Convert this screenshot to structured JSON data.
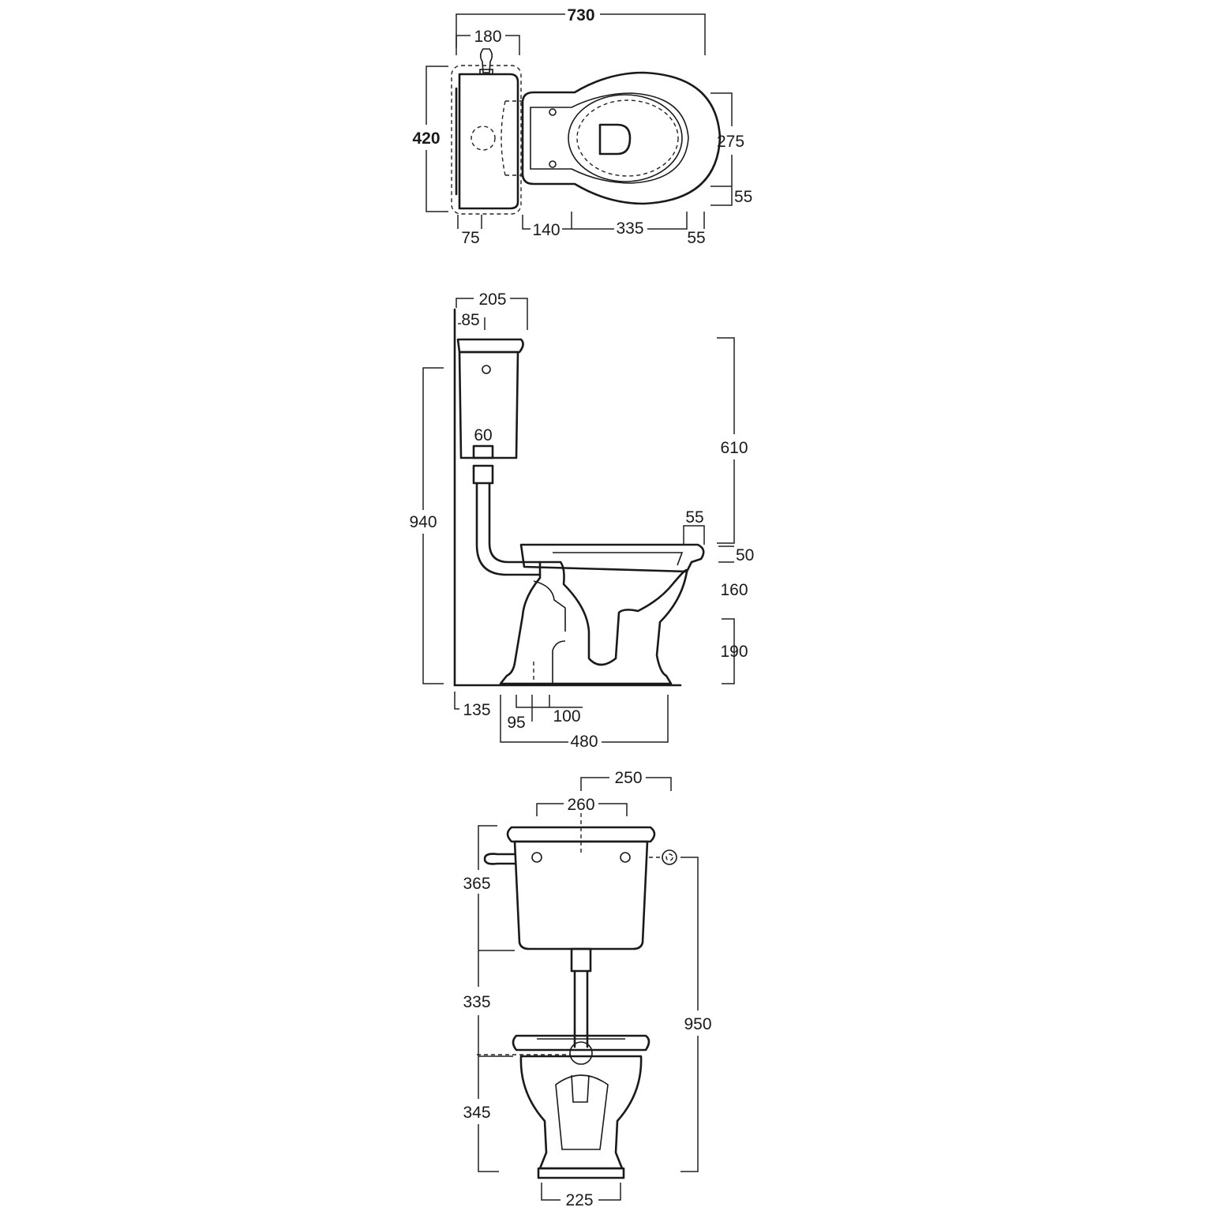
{
  "plan_view": {
    "overall_length": "730",
    "cistern_depth": "180",
    "cistern_width": "420",
    "bowl_width": "275",
    "rim_offset": "55",
    "cistern_offset": "75",
    "gap": "140",
    "bowl_length": "335",
    "front_rim": "55"
  },
  "side_view": {
    "cistern_depth": "205",
    "lid_overhang": "85",
    "flush_pipe": "60",
    "cistern_height": "610",
    "total_height": "940",
    "seat_lip": "55",
    "seat_height": "50",
    "bowl_height": "160",
    "base_height": "190",
    "wall_to_outlet": "135",
    "outlet_offset": "95",
    "outlet_width": "100",
    "pan_projection": "480"
  },
  "front_view": {
    "inlet_offset": "250",
    "cistern_fixing": "260",
    "cistern_height": "365",
    "pipe_length": "335",
    "pan_height": "345",
    "inlet_height": "950",
    "base_width": "225"
  }
}
